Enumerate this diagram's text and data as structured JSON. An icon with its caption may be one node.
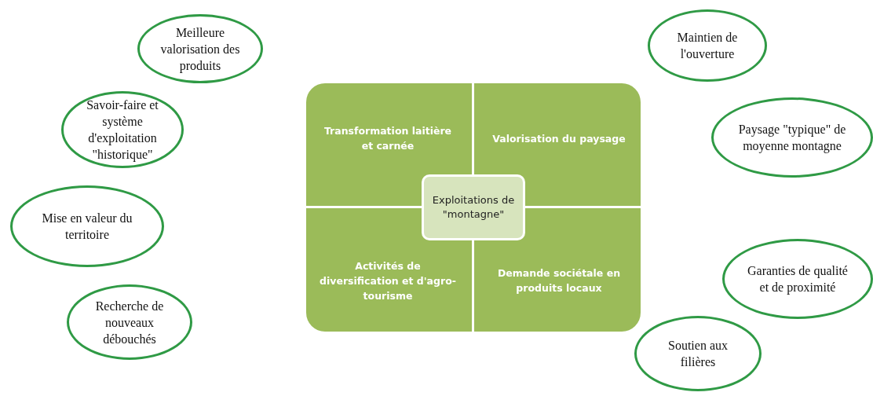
{
  "diagram": {
    "nodes": [
      {
        "text": [
          "Meilleure valorisation des produits"
        ]
      },
      {
        "text": [
          "Savoir-faire et système d'exploitation \"historique\""
        ]
      },
      {
        "text": [
          "Mise en valeur du territoire"
        ]
      },
      {
        "text": [
          "Recherche de nouveaux débouchés"
        ]
      },
      {
        "text": [],
        "shape": "box"
      },
      {
        "text": [
          "Transformation laitière et carnée"
        ],
        "in": 4
      },
      {
        "text": [
          "Valorisation du paysage"
        ],
        "in": 4
      },
      {
        "text": [
          "Exploitations de \"montagne\""
        ],
        "in": 4
      },
      {
        "text": [
          "Activités de diversification et d'agro-tourisme"
        ],
        "in": 4
      },
      {
        "text": [
          "Demande sociétale en produits locaux"
        ],
        "in": 4
      },
      {
        "text": [
          "Maintien de l'ouverture"
        ]
      },
      {
        "text": [
          "Paysage \"typique\" de moyenne montagne"
        ]
      },
      {
        "text": [
          "Garanties de qualité et de proximité"
        ]
      },
      {
        "text": [
          "Soutien aux filières"
        ]
      }
    ],
    "edges": []
  }
}
